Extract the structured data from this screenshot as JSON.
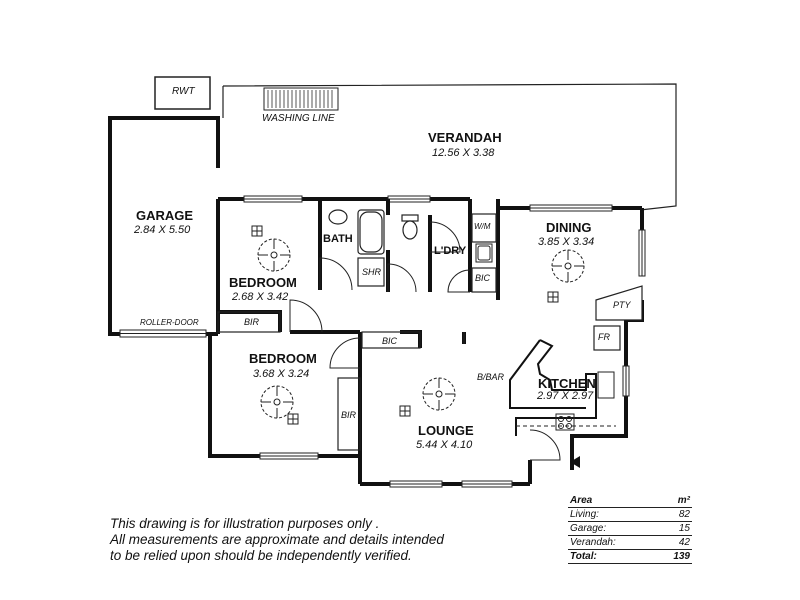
{
  "rooms": {
    "verandah": {
      "name": "VERANDAH",
      "dims": "12.56 X 3.38"
    },
    "garage": {
      "name": "GARAGE",
      "dims": "2.84 X 5.50"
    },
    "bedroom1": {
      "name": "BEDROOM",
      "dims": "2.68 X 3.42"
    },
    "bedroom2": {
      "name": "BEDROOM",
      "dims": "3.68 X 3.24"
    },
    "dining": {
      "name": "DINING",
      "dims": "3.85 X 3.34"
    },
    "kitchen": {
      "name": "KITCHEN",
      "dims": "2.97 X 2.97"
    },
    "lounge": {
      "name": "LOUNGE",
      "dims": "5.44 X 4.10"
    },
    "bath": {
      "name": "BATH"
    },
    "laundry": {
      "name": "L'DRY"
    }
  },
  "labels": {
    "rwt": "RWT",
    "washing_line": "WASHING LINE",
    "roller_door": "ROLLER-DOOR",
    "bir1": "BIR",
    "bir2": "BIR",
    "bic_top": "BIC",
    "bic_laundry": "BIC",
    "shr": "SHR",
    "wm": "W/M",
    "pty": "PTY",
    "fr": "FR",
    "bbar": "B/BAR"
  },
  "disclaimer": [
    "This drawing is for illustration purposes only .",
    "All measurements are approximate and details intended",
    "to be relied upon should be independently verified."
  ],
  "area_table": {
    "header": {
      "label": "Area",
      "unit": "m²"
    },
    "rows": [
      {
        "label": "Living:",
        "value": "82"
      },
      {
        "label": "Garage:",
        "value": "15"
      },
      {
        "label": "Verandah:",
        "value": "42"
      }
    ],
    "total": {
      "label": "Total:",
      "value": "139"
    }
  }
}
